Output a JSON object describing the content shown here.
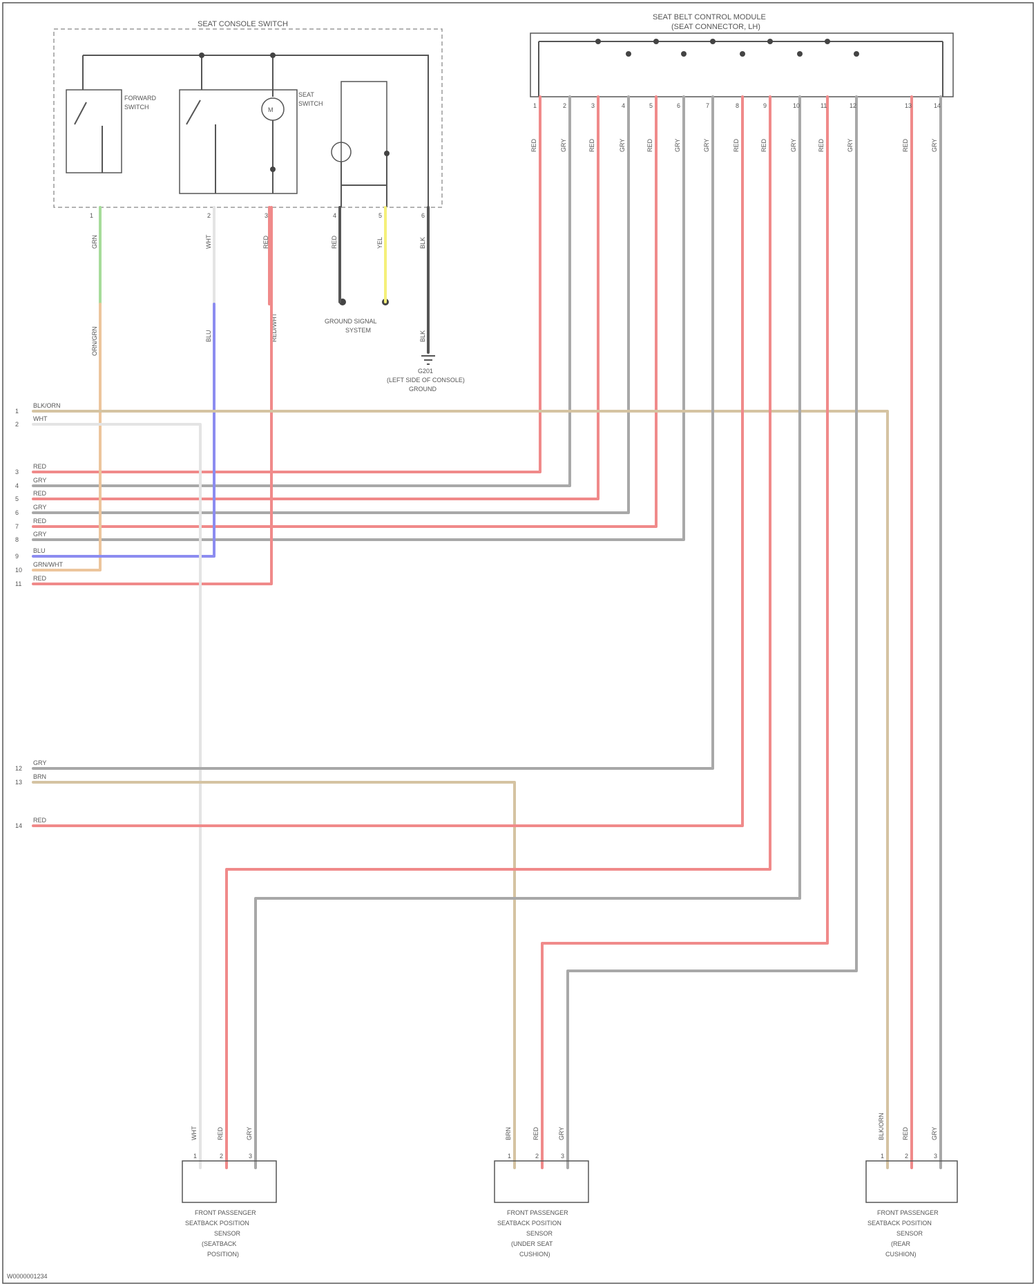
{
  "colors": {
    "RED": "#f08a8a",
    "GRY": "#a8a8a8",
    "WHT": "#e4e4e4",
    "GRN": "#a6dc9a",
    "BLU": "#8c8cf0",
    "YEL": "#f5f07a",
    "ORN": "#ecc59c",
    "BRN": "#d5c3a2",
    "BLK": "#555555"
  },
  "titles": {
    "left_module": "SEAT CONSOLE SWITCH",
    "right_module_1": "SEAT BELT CONTROL MODULE",
    "right_module_2": "(SEAT CONNECTOR, LH)",
    "ground": "G201",
    "ground_sub": "(LEFT SIDE OF CONSOLE)",
    "ground_sub2": "GROUND",
    "sensor_ground": "GROUND SIGNAL",
    "sensor_ground2": "SYSTEM"
  },
  "footer": "W0000001234",
  "bottom_components": [
    {
      "line1": "FRONT PASSENGER",
      "line2": "SEATBACK POSITION",
      "line3": "SENSOR",
      "line4": "(SEATBACK",
      "line5": "POSITION)"
    },
    {
      "line1": "FRONT PASSENGER",
      "line2": "SEATBACK POSITION",
      "line3": "SENSOR",
      "line4": "(UNDER SEAT",
      "line5": "CUSHION)"
    },
    {
      "line1": "FRONT PASSENGER",
      "line2": "SEATBACK POSITION",
      "line3": "SENSOR",
      "line4": "(REAR",
      "line5": "CUSHION)"
    }
  ],
  "left_pins": [
    {
      "pin": "1",
      "label": "BLK/ORN"
    },
    {
      "pin": "2",
      "label": "WHT"
    },
    {
      "pin": "3",
      "label": "RED"
    },
    {
      "pin": "4",
      "label": "GRY"
    },
    {
      "pin": "5",
      "label": "RED"
    },
    {
      "pin": "6",
      "label": "GRY"
    },
    {
      "pin": "7",
      "label": "RED"
    },
    {
      "pin": "8",
      "label": "GRY"
    },
    {
      "pin": "9",
      "label": "BLU"
    },
    {
      "pin": "10",
      "label": "GRN/WHT"
    },
    {
      "pin": "11",
      "label": "RED"
    },
    {
      "pin": "12",
      "label": "GRY"
    },
    {
      "pin": "13",
      "label": "BRN"
    },
    {
      "pin": "14",
      "label": "RED"
    }
  ],
  "top_pins": [
    {
      "pin": "1",
      "label": "RED"
    },
    {
      "pin": "2",
      "label": "GRY"
    },
    {
      "pin": "3",
      "label": "RED"
    },
    {
      "pin": "4",
      "label": "GRY"
    },
    {
      "pin": "5",
      "label": "RED"
    },
    {
      "pin": "6",
      "label": "GRY"
    },
    {
      "pin": "7",
      "label": "GRY"
    },
    {
      "pin": "8",
      "label": "RED"
    },
    {
      "pin": "9",
      "label": "RED"
    },
    {
      "pin": "10",
      "label": "GRY"
    },
    {
      "pin": "11",
      "label": "RED"
    },
    {
      "pin": "12",
      "label": "GRY"
    },
    {
      "pin": "13",
      "label": "RED"
    },
    {
      "pin": "14",
      "label": "GRY"
    }
  ],
  "sensor_pins": [
    {
      "pin": "1",
      "label": "WHT"
    },
    {
      "pin": "2",
      "label": "RED"
    },
    {
      "pin": "3",
      "label": "GRY"
    },
    {
      "pin": "1",
      "label": "BRN"
    },
    {
      "pin": "2",
      "label": "RED"
    },
    {
      "pin": "3",
      "label": "GRY"
    },
    {
      "pin": "1",
      "label": "BLK/ORN"
    },
    {
      "pin": "2",
      "label": "RED"
    },
    {
      "pin": "3",
      "label": "GRY"
    }
  ],
  "switch_labels": {
    "sw1_1": "FORWARD",
    "sw1_2": "SWITCH",
    "sw2_1": "SEAT",
    "sw2_2": "SWITCH",
    "cm_1": "GRN",
    "cm_2": "WHT",
    "cm_3": "RED",
    "cm_4": "RED",
    "cm_5": "YEL",
    "cm_6": "BLK",
    "cm_7": "ORN/GRN",
    "cm_8": "BLU",
    "cm_9": "RED/WHT",
    "cm_10": "BLK"
  }
}
